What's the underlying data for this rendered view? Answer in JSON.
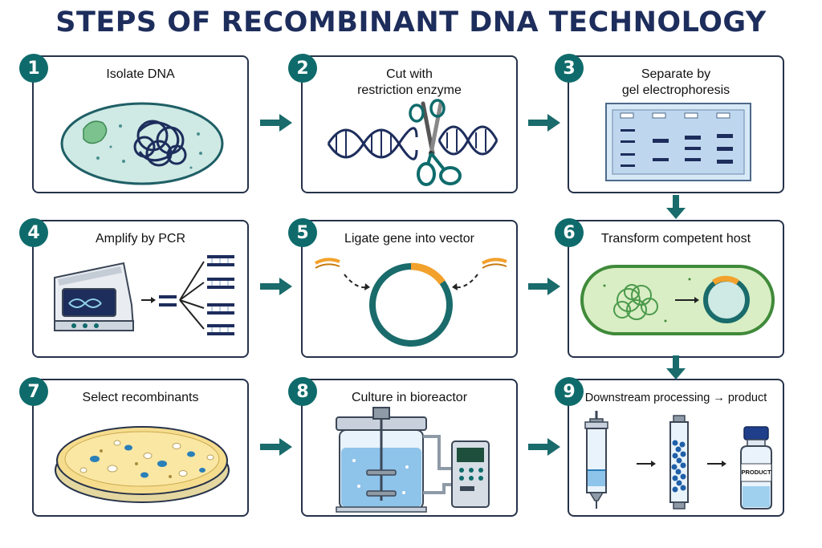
{
  "title": "STEPS OF RECOMBINANT DNA TECHNOLOGY",
  "colors": {
    "badge": "#0f6b6b",
    "arrow": "#1a6b6b",
    "navy": "#1d2d5c",
    "cell_fill": "#cfe9e4",
    "orange": "#f2a12c",
    "plate": "#f6dd8e",
    "host_fill": "#d9eec4"
  },
  "steps": [
    {
      "num": "1",
      "label": "Isolate DNA",
      "icon": "cell-with-dna-icon"
    },
    {
      "num": "2",
      "label": "Cut with\nrestriction enzyme",
      "icon": "dna-scissors-icon"
    },
    {
      "num": "3",
      "label": "Separate by\ngel electrophoresis",
      "icon": "gel-electrophoresis-icon"
    },
    {
      "num": "4",
      "label": "Amplify by PCR",
      "icon": "pcr-machine-icon"
    },
    {
      "num": "5",
      "label": "Ligate gene into vector",
      "icon": "plasmid-ligation-icon"
    },
    {
      "num": "6",
      "label": "Transform competent host",
      "icon": "bacterium-transformation-icon"
    },
    {
      "num": "7",
      "label": "Select recombinants",
      "icon": "petri-dish-icon"
    },
    {
      "num": "8",
      "label": "Culture in bioreactor",
      "icon": "bioreactor-icon"
    },
    {
      "num": "9",
      "label": "Downstream processing → product",
      "icon": "purification-icon"
    }
  ],
  "product_label": "PRODUCT"
}
